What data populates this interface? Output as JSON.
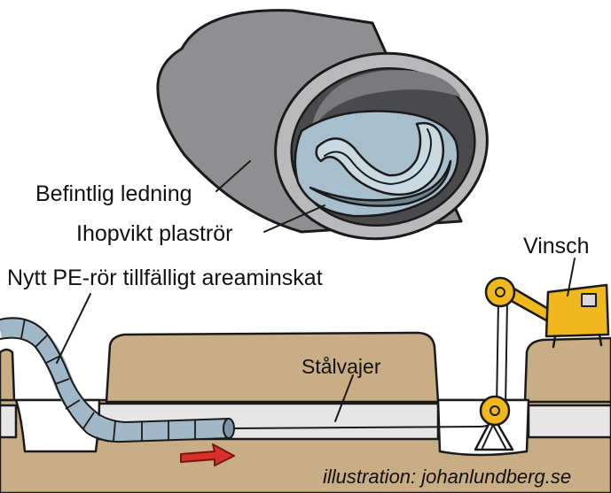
{
  "labels": {
    "existing_pipe": "Befintlig ledning",
    "folded_pipe": "Ihopvikt plaströr",
    "new_pipe": "Nytt PE-rör tillfälligt areaminskat",
    "winch": "Vinsch",
    "steel_wire": "Stålvajer",
    "credit": "illustration: johanlundberg.se"
  },
  "colors": {
    "outer_pipe": "#8f8f91",
    "inner_pipe_face": "#b9b9bb",
    "folded_pipe": "#a7bfcc",
    "folded_pipe_dark": "#6d8390",
    "ground": "#c9ae85",
    "pipe_trench": "#e6e6e6",
    "new_pipe": "#9fb7c6",
    "winch": "#f0b81c",
    "arrow": "#d8312a"
  },
  "icons": {
    "direction": "red-arrow-right-icon",
    "winch": "winch-machine-icon",
    "pulley": "pulley-icon"
  }
}
